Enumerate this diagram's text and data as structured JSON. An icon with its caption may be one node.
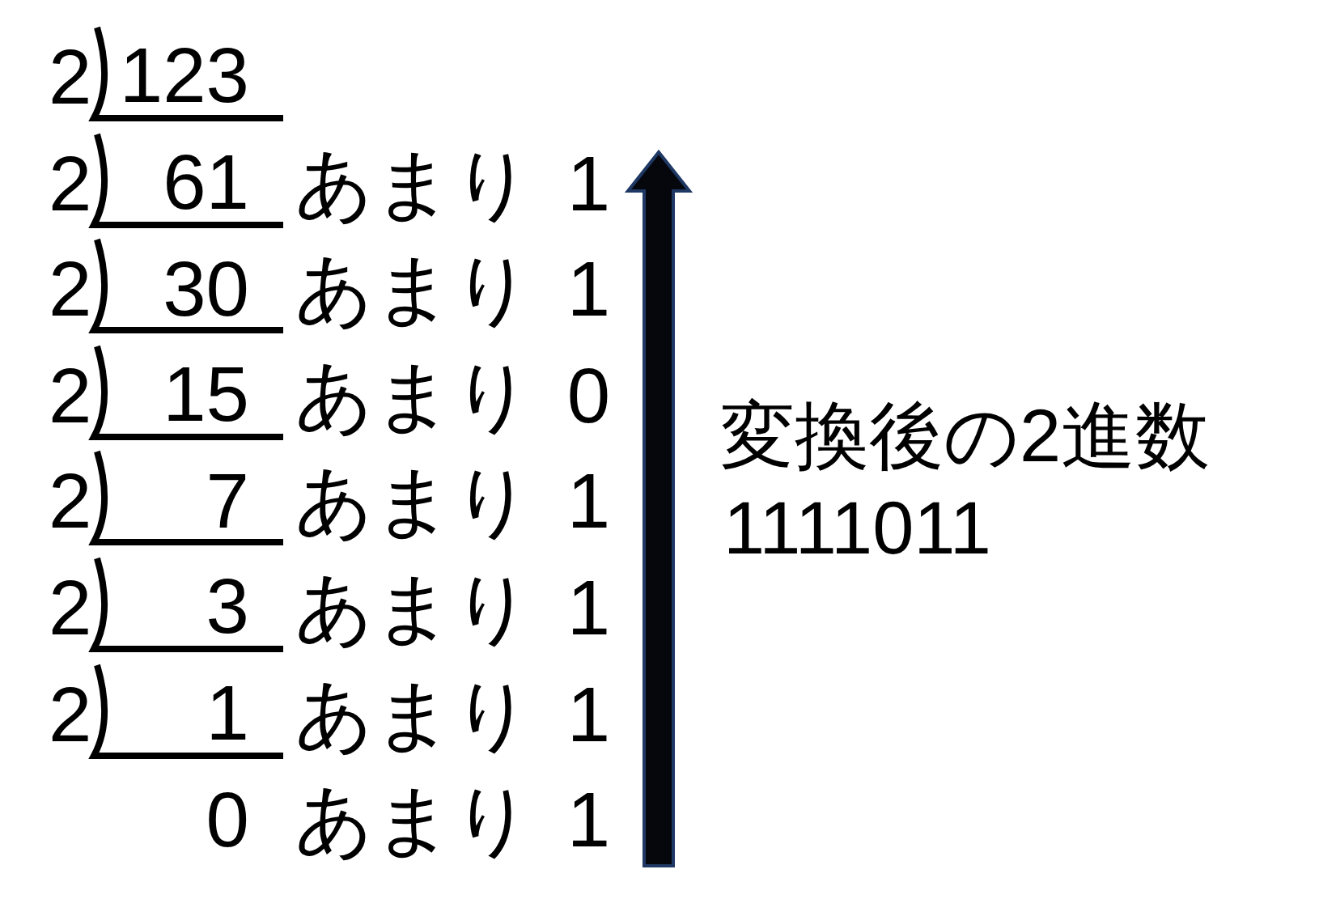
{
  "diagram": {
    "labels": [
      "2",
      "123",
      "2",
      "61",
      "あまり 1",
      "2",
      "30",
      "あまり 1",
      "2",
      "15",
      "あまり 0",
      "2",
      "7",
      "あまり 1",
      "2",
      "3",
      "あまり 1",
      "2",
      "1",
      "あまり 1",
      "0",
      "あまり 1",
      "変換後の2進数",
      "1111011"
    ]
  }
}
